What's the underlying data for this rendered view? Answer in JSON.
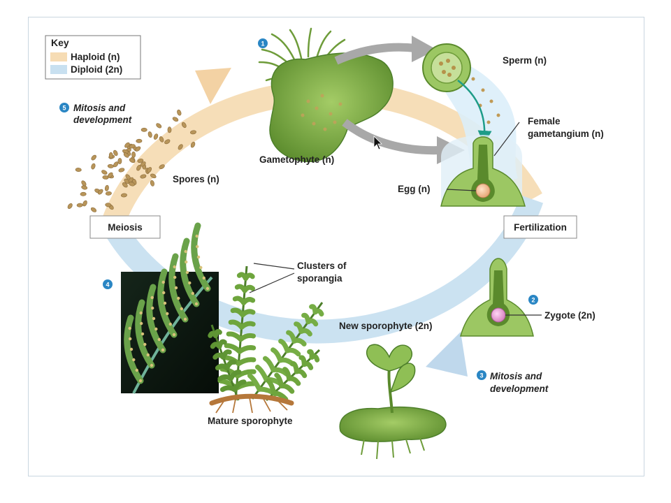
{
  "key": {
    "title": "Key",
    "haploid": "Haploid (n)",
    "diploid": "Diploid (2n)",
    "haploid_color": "#f6dcb4",
    "diploid_color": "#c8e0f0"
  },
  "steps": {
    "s1": "1",
    "s2": "2",
    "s3": "3",
    "s4": "4",
    "s5": "5"
  },
  "labels": {
    "mitosis_dev_top_1": "Mitosis and",
    "mitosis_dev_top_2": "development",
    "gametophyte": "Gametophyte (n)",
    "sperm": "Sperm (n)",
    "female_gametangium_1": "Female",
    "female_gametangium_2": "gametangium (n)",
    "egg": "Egg (n)",
    "spores": "Spores (n)",
    "meiosis": "Meiosis",
    "fertilization": "Fertilization",
    "clusters_1": "Clusters of",
    "clusters_2": "sporangia",
    "zygote": "Zygote (2n)",
    "new_sporophyte": "New sporophyte (2n)",
    "mitosis_dev_bottom_1": "Mitosis and",
    "mitosis_dev_bottom_2": "development",
    "mature_sporophyte": "Mature sporophyte"
  },
  "colors": {
    "step_badge": "#2a86c4",
    "plant_green": "#7fb04a",
    "plant_dark": "#4d7f2a",
    "arrow_gray": "#a8a8a8",
    "leaf_photo_bg": "#0c1710",
    "connector_teal": "#1e9c88"
  },
  "icons": {
    "cursor": "cursor-arrow-icon"
  }
}
